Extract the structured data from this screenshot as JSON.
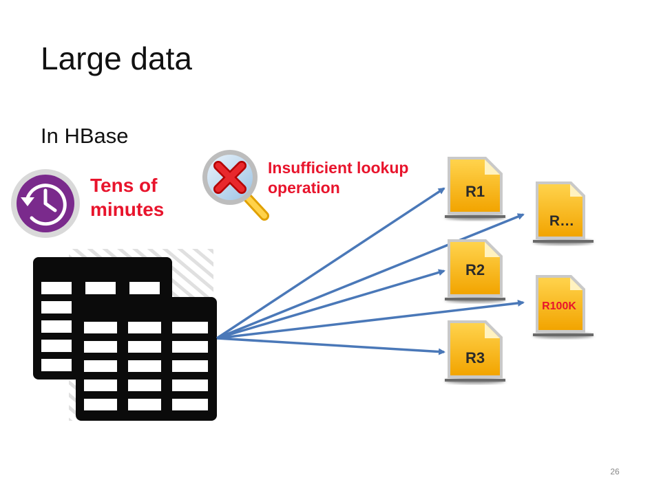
{
  "slide": {
    "title": "Large data",
    "subtitle": "In HBase",
    "page_number": "26"
  },
  "annotations": {
    "tens_line1": "Tens of",
    "tens_line2": "minutes",
    "lookup_line1": "Insufficient lookup",
    "lookup_line2": "operation"
  },
  "icons": {
    "clock": "history-clock-icon",
    "search_fail": "magnifier-x-icon",
    "tables": "table-stack-icon",
    "document": "document-icon"
  },
  "documents": [
    {
      "id": "r1",
      "label": "R1"
    },
    {
      "id": "r-dots",
      "label": "R…"
    },
    {
      "id": "r2",
      "label": "R2"
    },
    {
      "id": "r100k",
      "label": "R100K"
    },
    {
      "id": "r3",
      "label": "R3"
    }
  ],
  "colors": {
    "accent_red": "#e8142c",
    "arrow_blue": "#4a78b8",
    "doc_yellow": "#f7b500",
    "clock_purple": "#7a2a8c"
  }
}
